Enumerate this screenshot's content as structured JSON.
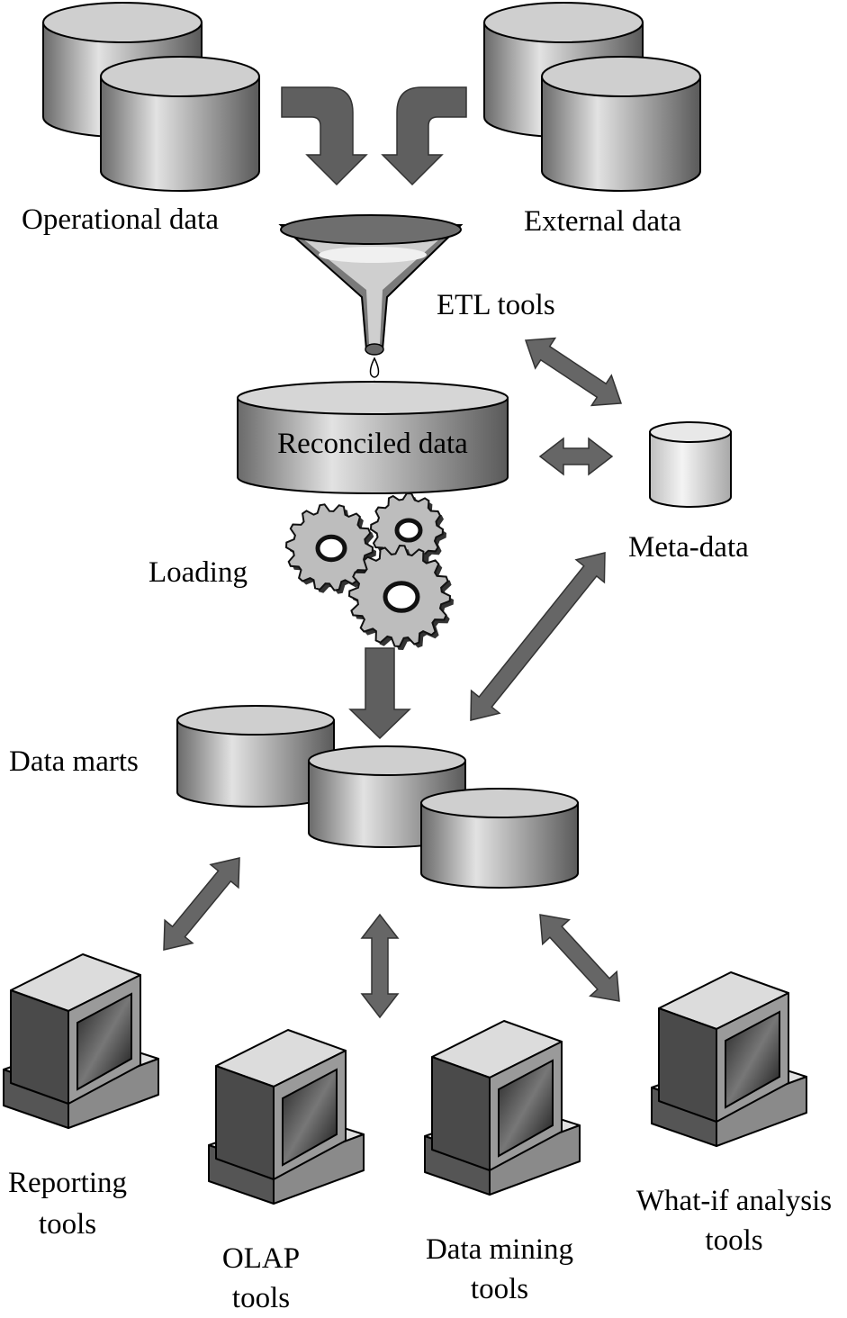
{
  "labels": {
    "operational_data": "Operational data",
    "external_data": "External data",
    "etl_tools": "ETL tools",
    "reconciled_data": "Reconciled data",
    "meta_data": "Meta-data",
    "loading": "Loading",
    "data_marts": "Data marts",
    "reporting_tools": [
      "Reporting",
      "tools"
    ],
    "olap_tools": [
      "OLAP",
      "tools"
    ],
    "data_mining_tools": [
      "Data mining",
      "tools"
    ],
    "whatif_tools": [
      "What-if analysis",
      "tools"
    ]
  }
}
